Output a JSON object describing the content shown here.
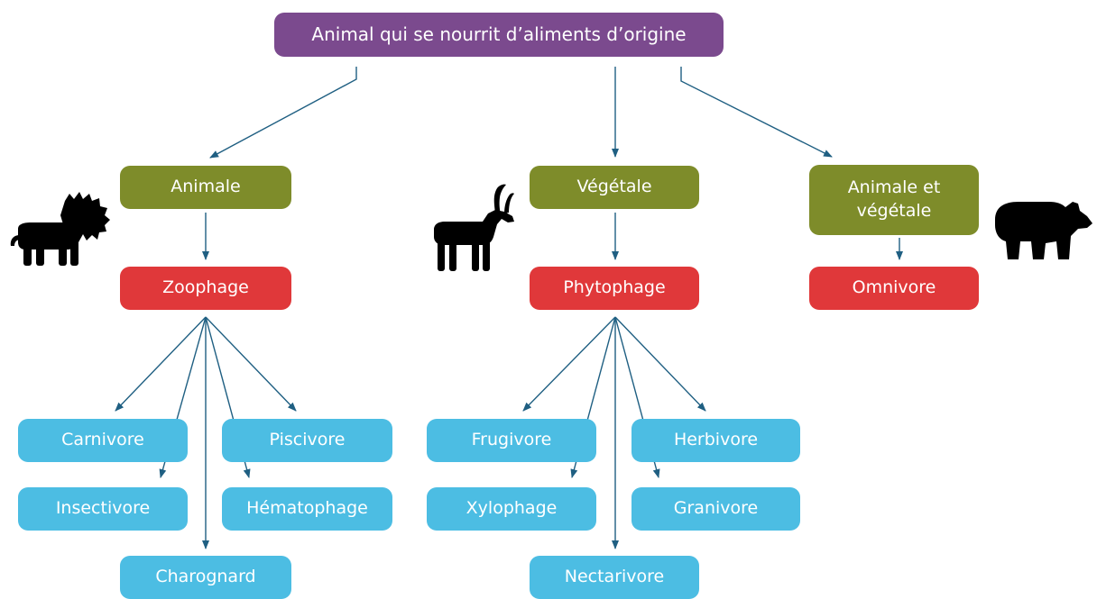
{
  "colors": {
    "root": "#7B4A8E",
    "source": "#7E8C2A",
    "regime": "#E0383A",
    "leaf": "#4CBDE3",
    "arrow": "#1F5F82",
    "icon": "#000000"
  },
  "root": {
    "label": "Animal qui se nourrit d’aliments d’origine"
  },
  "sources": [
    {
      "label": "Animale"
    },
    {
      "label": "Végétale"
    },
    {
      "label": "Animale et\nvégétale"
    }
  ],
  "regimes": [
    {
      "label": "Zoophage"
    },
    {
      "label": "Phytophage"
    },
    {
      "label": "Omnivore"
    }
  ],
  "leaves": {
    "carnivore": "Carnivore",
    "piscivore": "Piscivore",
    "insectivore": "Insectivore",
    "hematophage": "Hématophage",
    "charognard": "Charognard",
    "frugivore": "Frugivore",
    "herbivore": "Herbivore",
    "xylophage": "Xylophage",
    "granivore": "Granivore",
    "nectarivore": "Nectarivore"
  },
  "icons": [
    "lion-icon",
    "antelope-icon",
    "bear-icon"
  ]
}
